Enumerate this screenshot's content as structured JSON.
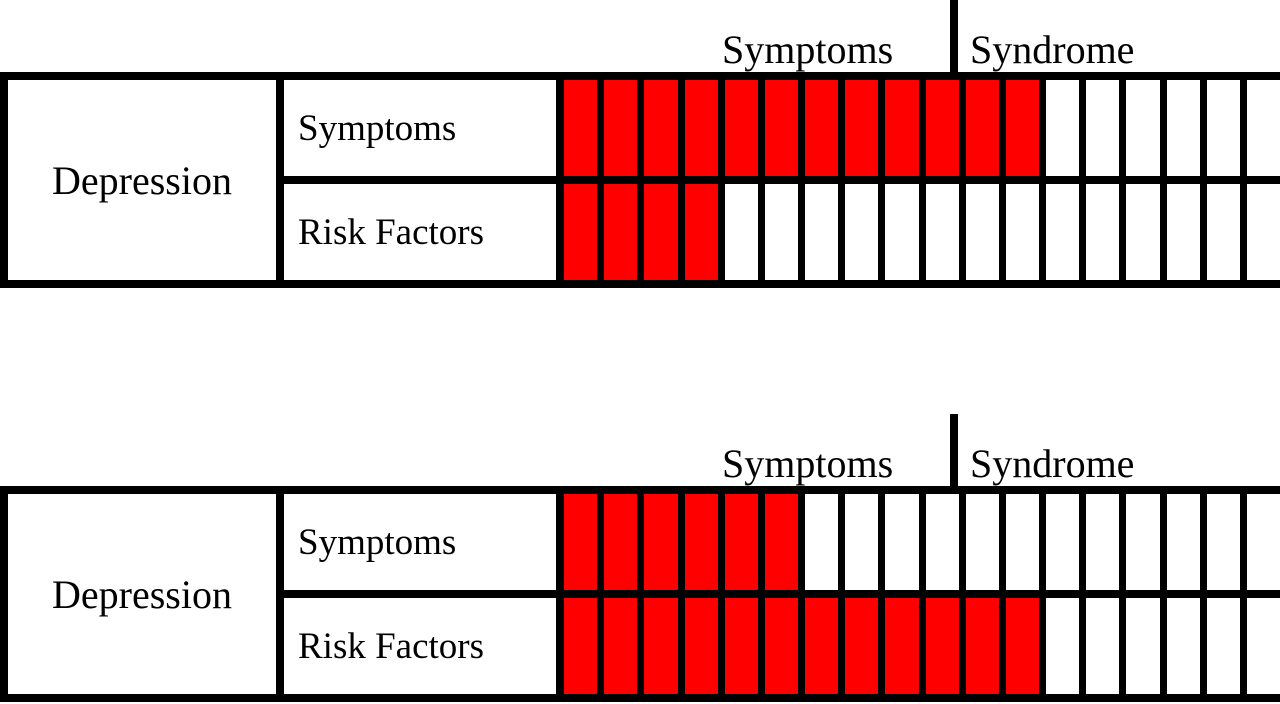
{
  "chart_data": {
    "type": "heatmap",
    "title": "",
    "xlabel": "",
    "ylabel": "",
    "grid": false,
    "legend_position": "top",
    "scale_segments": [
      {
        "label": "Symptoms",
        "cells": 12
      },
      {
        "label": "Syndrome",
        "cells": 6
      }
    ],
    "total_cells_per_row": 18,
    "panels": [
      {
        "group_label": "Depression",
        "rows": [
          {
            "label": "Symptoms",
            "filled": 12,
            "total": 18
          },
          {
            "label": "Risk Factors",
            "filled": 4,
            "total": 18
          }
        ],
        "header": {
          "left_label": "Symptoms",
          "right_label": "Syndrome"
        }
      },
      {
        "group_label": "Depression",
        "rows": [
          {
            "label": "Symptoms",
            "filled": 6,
            "total": 18
          },
          {
            "label": "Risk Factors",
            "filled": 12,
            "total": 18
          }
        ],
        "header": {
          "left_label": "Symptoms",
          "right_label": "Syndrome"
        }
      }
    ],
    "colors": {
      "filled": "#ff0000",
      "empty": "#ffffff",
      "grid_line": "#000000",
      "text": "#000000"
    }
  }
}
